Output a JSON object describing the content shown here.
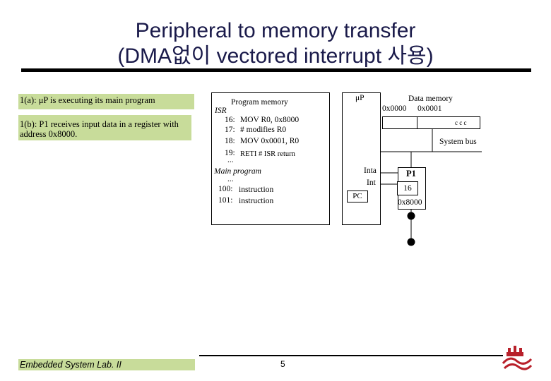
{
  "title": {
    "line1": "Peripheral to memory transfer",
    "line2": "(DMA없이 vectored interrupt 사용)"
  },
  "notes": {
    "step_1a": "1(a): μP is executing its main program",
    "step_1b": "1(b): P1 receives input data in a register with address 0x8000."
  },
  "program_memory": {
    "label": "Program memory",
    "isr_label": "ISR",
    "isr_lines": [
      {
        "addr": "16:",
        "text": "MOV R0, 0x8000"
      },
      {
        "addr": "17:",
        "text": "# modifies R0"
      },
      {
        "addr": "18:",
        "text": "MOV 0x0001, R0"
      },
      {
        "addr": "19:",
        "text": "RETI  # ISR return"
      }
    ],
    "isr_ellipsis": "...",
    "main_label": "Main program",
    "main_ellipsis": "...",
    "main_lines": [
      {
        "addr": "100:",
        "text": "instruction"
      },
      {
        "addr": "101:",
        "text": "instruction"
      }
    ]
  },
  "cpu": {
    "label": "μP",
    "inta": "Inta",
    "int": "Int",
    "pc": "PC"
  },
  "data_memory": {
    "label": "Data memory",
    "addr0": "0x0000",
    "addr1": "0x0001",
    "cells": "c  c  c"
  },
  "bus": {
    "label": "System bus"
  },
  "p1": {
    "label": "P1",
    "value": "16",
    "address": "0x8000"
  },
  "footer": {
    "lab": "Embedded System Lab. II",
    "page": "5"
  },
  "colors": {
    "note_bg": "#c8dc9a",
    "title_text": "#1a1a4a"
  }
}
